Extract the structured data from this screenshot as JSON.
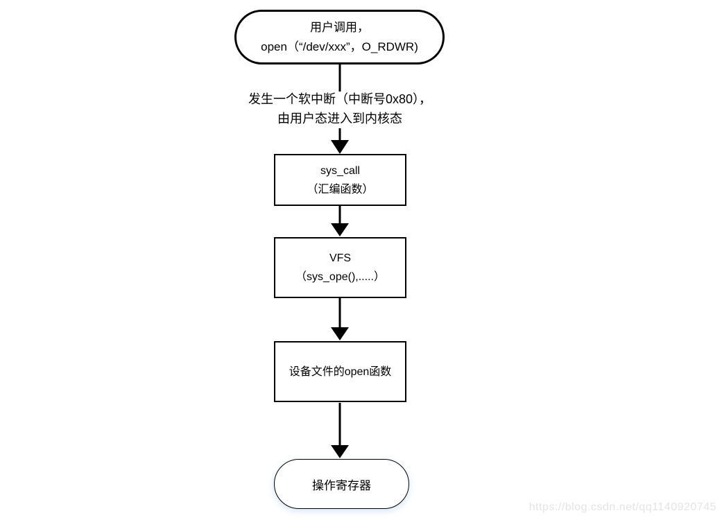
{
  "page": {
    "background_color": "#ffffff",
    "stroke_color": "#000000",
    "text_color": "#000000"
  },
  "diagram": {
    "type": "flowchart",
    "direction": "top-down",
    "nodes": {
      "start": {
        "shape": "terminator",
        "line1": "用户调用，",
        "line2": "open（“/dev/xxx”，O_RDWR)"
      },
      "sys_call": {
        "shape": "process",
        "line1": "sys_call",
        "line2": "（汇编函数）"
      },
      "vfs": {
        "shape": "process",
        "line1": "VFS",
        "line2": "（sys_ope(),.....）"
      },
      "device_open": {
        "shape": "process",
        "text": "设备文件的open函数"
      },
      "end": {
        "shape": "terminator",
        "text": "操作寄存器"
      }
    },
    "edges": [
      {
        "from": "start",
        "to": "sys_call",
        "label_line1": "发生一个软中断（中断号0x80），",
        "label_line2": "由用户态进入到内核态"
      },
      {
        "from": "sys_call",
        "to": "vfs"
      },
      {
        "from": "vfs",
        "to": "device_open"
      },
      {
        "from": "device_open",
        "to": "end"
      }
    ]
  },
  "watermark": {
    "text": "https://blog.csdn.net/qq1140920745",
    "color": "#e4e4e4"
  }
}
